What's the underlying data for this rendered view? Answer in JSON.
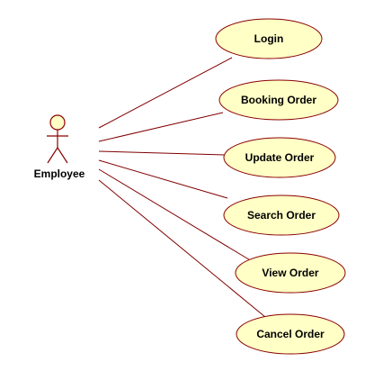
{
  "colors": {
    "background": "#ffffff",
    "usecase_fill": "#ffffc6",
    "usecase_stroke": "#8b0000",
    "association_line": "#800000",
    "actor_head_fill": "#ffffc6",
    "actor_stroke": "#8b0000",
    "text": "#000000"
  },
  "actor": {
    "label": "Employee",
    "icon": "stick-figure-actor-icon"
  },
  "use_cases": [
    {
      "id": "login",
      "label": "Login"
    },
    {
      "id": "booking-order",
      "label": "Booking Order"
    },
    {
      "id": "update-order",
      "label": "Update Order"
    },
    {
      "id": "search-order",
      "label": "Search Order"
    },
    {
      "id": "view-order",
      "label": "View Order"
    },
    {
      "id": "cancel-order",
      "label": "Cancel Order"
    }
  ]
}
